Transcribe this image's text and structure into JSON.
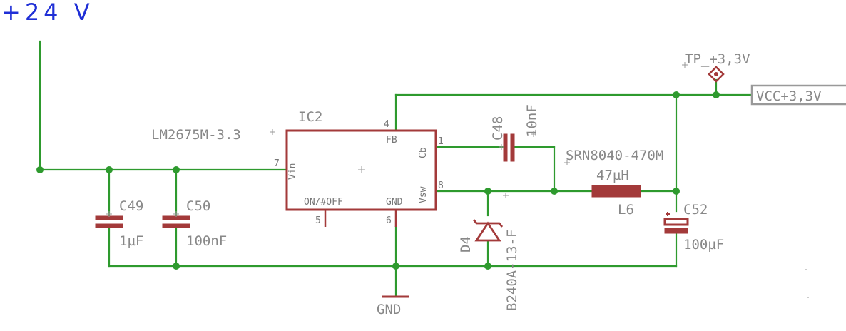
{
  "supply": {
    "label": "+24 V",
    "color": "#1f2fd6"
  },
  "ic": {
    "name": "IC2",
    "part": "LM2675M-3.3",
    "pins": {
      "fb": "FB",
      "cb": "Cb",
      "vin": "Vin",
      "vsw": "Vsw",
      "onoff": "ON/#OFF",
      "gnd": "GND",
      "n4": "4",
      "n1": "1",
      "n7": "7",
      "n8": "8",
      "n5": "5",
      "n6": "6"
    }
  },
  "components": {
    "c49": {
      "name": "C49",
      "value": "1µF"
    },
    "c50": {
      "name": "C50",
      "value": "100nF"
    },
    "c48": {
      "name": "C48",
      "value": "10nF"
    },
    "c52": {
      "name": "C52",
      "value": "100µF"
    },
    "l6": {
      "name": "L6",
      "value": "47µH",
      "part": "SRN8040-470M"
    },
    "d4": {
      "name": "D4",
      "part": "B240A-13-F"
    }
  },
  "ground": {
    "label": "GND"
  },
  "testpoint": {
    "label": "TP_+3,3V"
  },
  "output": {
    "label": "VCC+3,3V"
  },
  "colors": {
    "wire": "#2e9a2e",
    "part": "#a33a3a",
    "text": "#888888",
    "supply": "#1f2fd6"
  }
}
